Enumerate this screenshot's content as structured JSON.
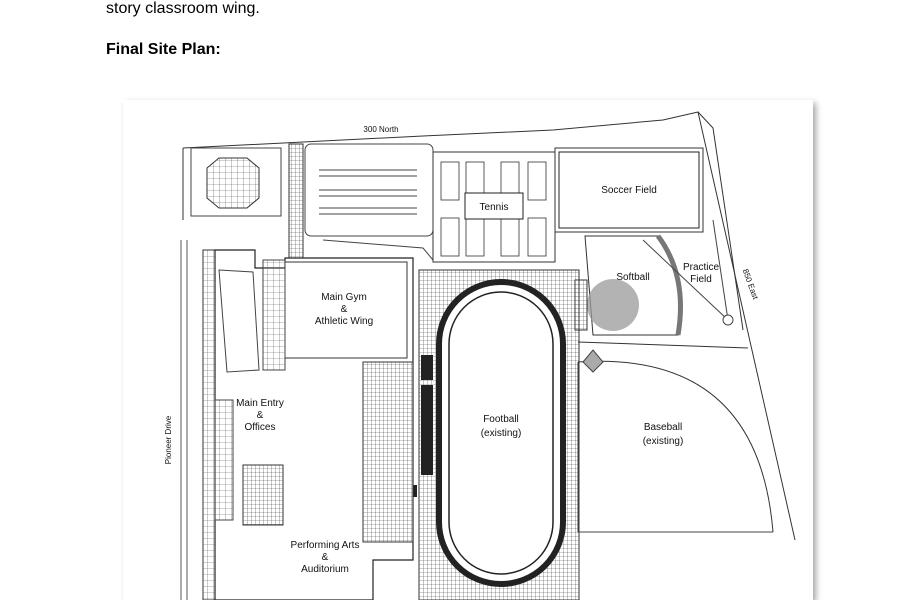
{
  "document": {
    "intro_text": "story classroom wing.",
    "heading": "Final Site Plan:"
  },
  "site_plan": {
    "streets": {
      "north": "300 North",
      "west": "Pioneer Drive",
      "east": "850 East"
    },
    "labels": {
      "tennis": "Tennis",
      "soccer": "Soccer Field",
      "softball": "Softball",
      "practice_1": "Practice",
      "practice_2": "Field",
      "gym_1": "Main Gym",
      "gym_2": "&",
      "gym_3": "Athletic Wing",
      "entry_1": "Main Entry",
      "entry_2": "&",
      "entry_3": "Offices",
      "football_1": "Football",
      "football_2": "(existing)",
      "baseball_1": "Baseball",
      "baseball_2": "(existing)",
      "arts_1": "Performing Arts",
      "arts_2": "&",
      "arts_3": "Auditorium"
    }
  }
}
